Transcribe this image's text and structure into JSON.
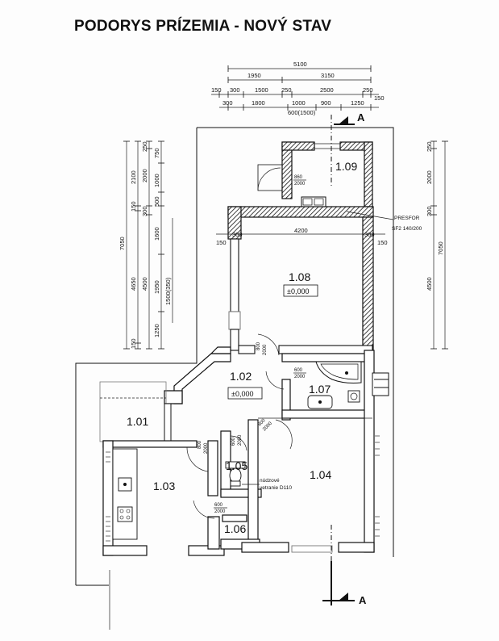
{
  "title": "PODORYS PRÍZEMIA - NOVÝ STAV",
  "section_marker": "A",
  "top_dimensions": {
    "row1": [
      "5100"
    ],
    "row2": [
      "1950",
      "3150"
    ],
    "row3": [
      "150",
      "300",
      "1500",
      "250",
      "2500",
      "250"
    ],
    "row4": [
      "300",
      "1800",
      "1000",
      "900",
      "1250",
      "150"
    ],
    "row5": [
      "600(1500)"
    ]
  },
  "left_dimensions": {
    "outer": [
      "7050"
    ],
    "second": [
      "2100",
      "150",
      "4650",
      "150"
    ],
    "third": [
      "250",
      "2000",
      "300",
      "4500"
    ],
    "fourth": [
      "750",
      "1000",
      "500",
      "1600",
      "1950",
      "1250"
    ],
    "fifth": [
      "1500(350)"
    ]
  },
  "right_dimensions": {
    "outer": [
      "7050"
    ],
    "inner": [
      "250",
      "2000",
      "300",
      "4500"
    ]
  },
  "interior_dimensions": {
    "room_108_width": "4200",
    "wall_left": "150",
    "wall_left2": "300",
    "wall_right": "300",
    "wall_right2": "150"
  },
  "rooms": [
    {
      "id": "1.09"
    },
    {
      "id": "1.08",
      "level": "±0,000"
    },
    {
      "id": "1.02",
      "level": "±0,000"
    },
    {
      "id": "1.07"
    },
    {
      "id": "1.01"
    },
    {
      "id": "1.03"
    },
    {
      "id": "1.05"
    },
    {
      "id": "1.04"
    },
    {
      "id": "1.06"
    }
  ],
  "doors": {
    "d109": {
      "w": "860",
      "h": "2000"
    },
    "d108": {
      "w": "800",
      "h": "2000"
    },
    "d107": {
      "w": "600",
      "h": "2000"
    },
    "d104": {
      "w": "800",
      "h": "2000"
    },
    "d103": {
      "w": "800",
      "h": "2000"
    },
    "d105": {
      "w": "600",
      "h": "2000"
    },
    "d106": {
      "w": "600",
      "h": "2000"
    }
  },
  "notes": {
    "presfor1": "PRESFOR",
    "presfor2": "SF2 140/200",
    "vent1": "núdzové",
    "vent2": "vetranie D110"
  }
}
